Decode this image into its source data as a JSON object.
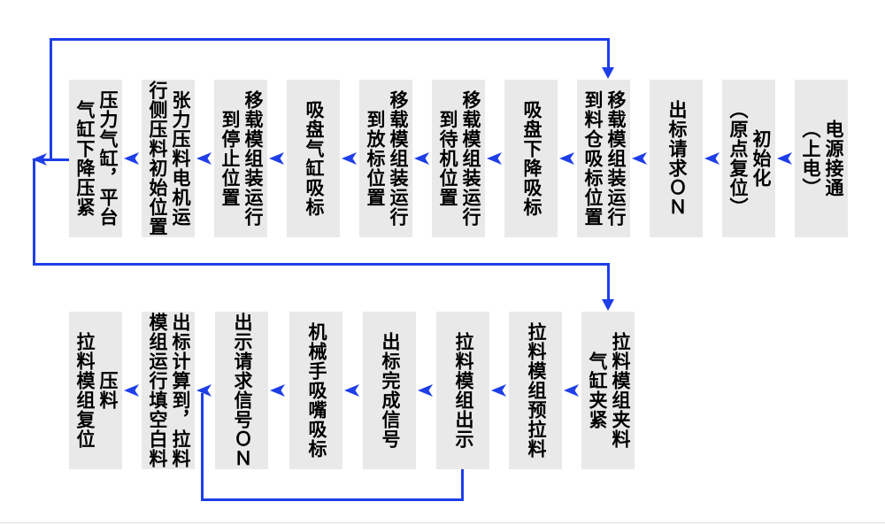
{
  "figure": {
    "background_color": "#ffffff",
    "box_fill_color": "#e9e9e9",
    "text_color": "#000000",
    "connector_color": "#1e3ee8",
    "type": "process-flowchart",
    "text_direction": "vertical-right-to-left"
  },
  "flow": {
    "top_row": [
      {
        "label": "电源接通\n（上电）"
      },
      {
        "label": "初始化\n（原点复位）"
      },
      {
        "label": "出标请求ＯＮ"
      },
      {
        "label": "移载模组装运行\n到料仓吸标位置"
      },
      {
        "label": "吸盘下降吸标"
      },
      {
        "label": "移载模组装运行\n到待机位置"
      },
      {
        "label": "移载模组装运行\n到放标位置"
      },
      {
        "label": "吸盘气缸吸标"
      },
      {
        "label": "移载模组装运行\n到停止位置"
      },
      {
        "label": "张力压料电机运\n行侧压料初始位置"
      },
      {
        "label": "压力气缸，平台\n气缸下降压紧"
      }
    ],
    "bottom_row": [
      {
        "label": "拉料模组夹料\n气缸夹紧"
      },
      {
        "label": "拉料模组预拉料"
      },
      {
        "label": "拉料模组出示"
      },
      {
        "label": "出标完成信号"
      },
      {
        "label": "机械手吸嘴吸标"
      },
      {
        "label": "出示请求信号ＯＮ"
      },
      {
        "label": "出标计算到，拉料\n模组运行填空白料"
      },
      {
        "label": "压料\n拉料模组复位"
      }
    ]
  }
}
